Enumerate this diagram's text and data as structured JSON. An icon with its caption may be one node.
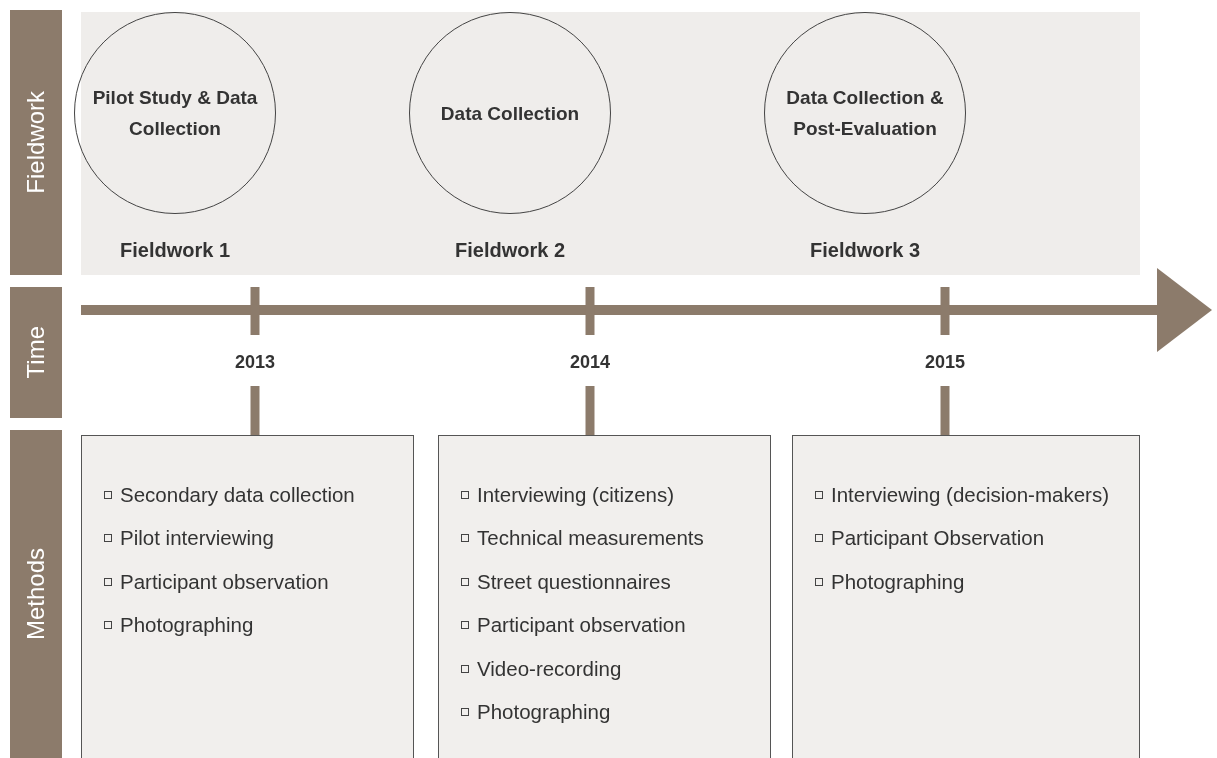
{
  "diagram": {
    "nodes": [
      {
        "text": [
          "Fieldwork"
        ]
      },
      {
        "text": [
          "Time"
        ]
      },
      {
        "text": [
          "Methods"
        ]
      },
      {
        "text": [],
        "shape": "box"
      },
      {
        "text": [
          "Pilot Study & Data Collection"
        ],
        "in": 3,
        "beside": [
          "Fieldwork 1"
        ]
      },
      {
        "text": [
          "Data Collection"
        ],
        "in": 3,
        "beside": [
          "Fieldwork 2"
        ]
      },
      {
        "text": [
          "Data Collection & Post-Evaluation"
        ],
        "in": 3,
        "beside": [
          "Fieldwork 3"
        ]
      },
      {
        "text": [
          "2013"
        ]
      },
      {
        "text": [
          "2014"
        ]
      },
      {
        "text": [
          "2015"
        ]
      },
      {
        "text": [
          "Secondary data collection",
          "Pilot interviewing",
          "Participant observation",
          "Photographing"
        ]
      },
      {
        "text": [
          "Interviewing (citizens)",
          "Technical measurements",
          "Street questionnaires",
          "Participant observation",
          "Video-recording",
          "Photographing"
        ]
      },
      {
        "text": [
          "Interviewing (decision-makers)",
          "Participant Observation",
          "Photographing"
        ]
      }
    ],
    "edges": [
      {
        "from": 7,
        "to": 10,
        "arrow": "none"
      },
      {
        "from": 8,
        "to": 11,
        "arrow": "none"
      },
      {
        "from": 9,
        "to": 12,
        "arrow": "none"
      }
    ]
  }
}
